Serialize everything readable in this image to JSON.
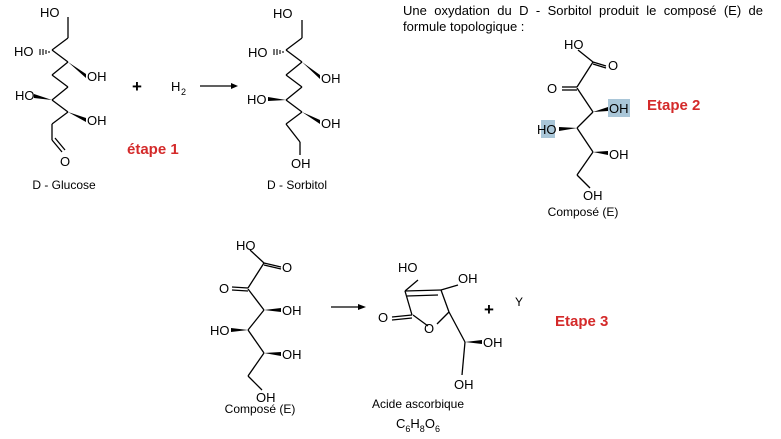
{
  "intro_text": "Une oxydation du D - Sorbitol produit le composé (E) de formule topologique :",
  "labels": {
    "glucose": "D - Glucose",
    "sorbitol": "D - Sorbitol",
    "compose_e": "Composé (E)",
    "acide": "Acide ascorbique",
    "formula": {
      "c": "C",
      "n1": "6",
      "h": "H",
      "n2": "8",
      "o": "O",
      "n3": "6"
    }
  },
  "steps": {
    "etape1": "étape 1",
    "etape2": "Etape 2",
    "etape3": "Etape 3",
    "color": "#d42a2a"
  },
  "operators": {
    "plus": "+",
    "h": "H",
    "h_sub": "2",
    "y": "Y"
  },
  "atoms": {
    "ho": "HO",
    "oh": "OH",
    "h_of_ho": "H",
    "o_of_ho": "O",
    "o_of_oh": "O",
    "h_of_oh": "H",
    "o": "O"
  },
  "highlight_color": "#a9c6d8"
}
